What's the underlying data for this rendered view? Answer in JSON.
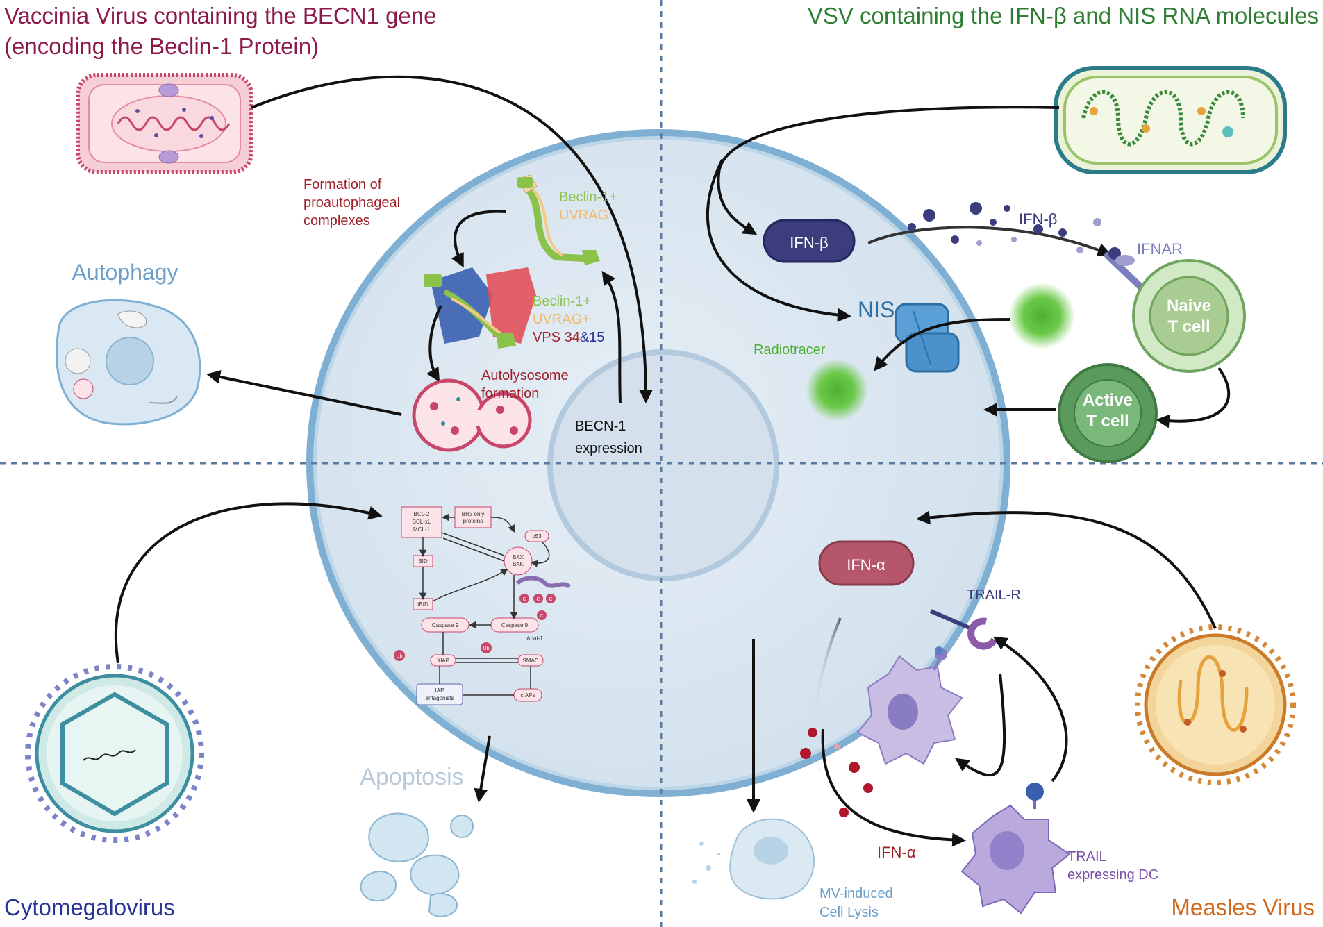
{
  "quadrants": {
    "top_left": {
      "title_line1": "Vaccinia Virus containing the BECN1 gene",
      "title_line2": "(encoding the Beclin-1 Protein)"
    },
    "top_right": {
      "title": "VSV containing the IFN-β and NIS RNA molecules"
    },
    "bottom_left": {
      "title": "Cytomegalovirus"
    },
    "bottom_right": {
      "title": "Measles Virus"
    }
  },
  "labels": {
    "formation_1": "Formation of",
    "formation_2": "proautophageal",
    "formation_3": "complexes",
    "beclin_uvrag_1": "Beclin-1+",
    "beclin_uvrag_2": "UVRAG",
    "beclin_vps_1": "Beclin-1+",
    "beclin_vps_2": "UVRAG+",
    "beclin_vps_3a": "VPS 34",
    "beclin_vps_3b": "&15",
    "autolysosome_1": "Autolysosome",
    "autolysosome_2": "formation",
    "autophagy": "Autophagy",
    "becn1_1": "BECN-1",
    "becn1_2": "expression",
    "ifn_beta_box": "IFN-β",
    "ifn_beta_label": "IFN-β",
    "ifnar": "IFNAR",
    "nis": "NIS",
    "radiotracer": "Radiotracer",
    "naive_1": "Naive",
    "naive_2": "T cell",
    "active_1": "Active",
    "active_2": "T cell",
    "apoptosis": "Apoptosis",
    "ifn_alpha_box": "IFN-α",
    "ifn_alpha_label": "IFN-α",
    "trail_r": "TRAIL-R",
    "trail_dc_1": "TRAIL",
    "trail_dc_2": "expressing DC",
    "mv_lysis_1": "MV-induced",
    "mv_lysis_2": "Cell Lysis"
  },
  "apoptosis_pathway": {
    "bcl2_1": "BCL-2",
    "bcl2_2": "BCL-xL",
    "bcl2_3": "MCL-1",
    "bh3_1": "BH3 only",
    "bh3_2": "proteins",
    "p53": "p53",
    "bax_1": "BAX",
    "bax_2": "BAK",
    "bid": "BID",
    "tbid": "tBID",
    "c": "C",
    "caspase9_left": "Caspase 9",
    "caspase9_right": "Caspase 9",
    "apaf": "Apaf-1",
    "ub": "Ub",
    "xiap": "XIAP",
    "smac": "SMAC",
    "iap_1": "IAP",
    "iap_2": "antagonists",
    "ciaps": "cIAPs"
  },
  "colors": {
    "title_vaccinia": "#8b1a4a",
    "title_vsv": "#2e7d32",
    "title_cmv": "#283593",
    "title_measles": "#d2691e",
    "cell_fill": "#dde8f0",
    "cell_stroke": "#7fb0d4",
    "nucleus_fill": "#d4e1ec",
    "ifn_beta": "#3b3d7c",
    "ifn_alpha": "#b5566a",
    "naive_t": "#b6d9a6",
    "active_t": "#5b9a5d",
    "divider": "#5a7aa0"
  }
}
